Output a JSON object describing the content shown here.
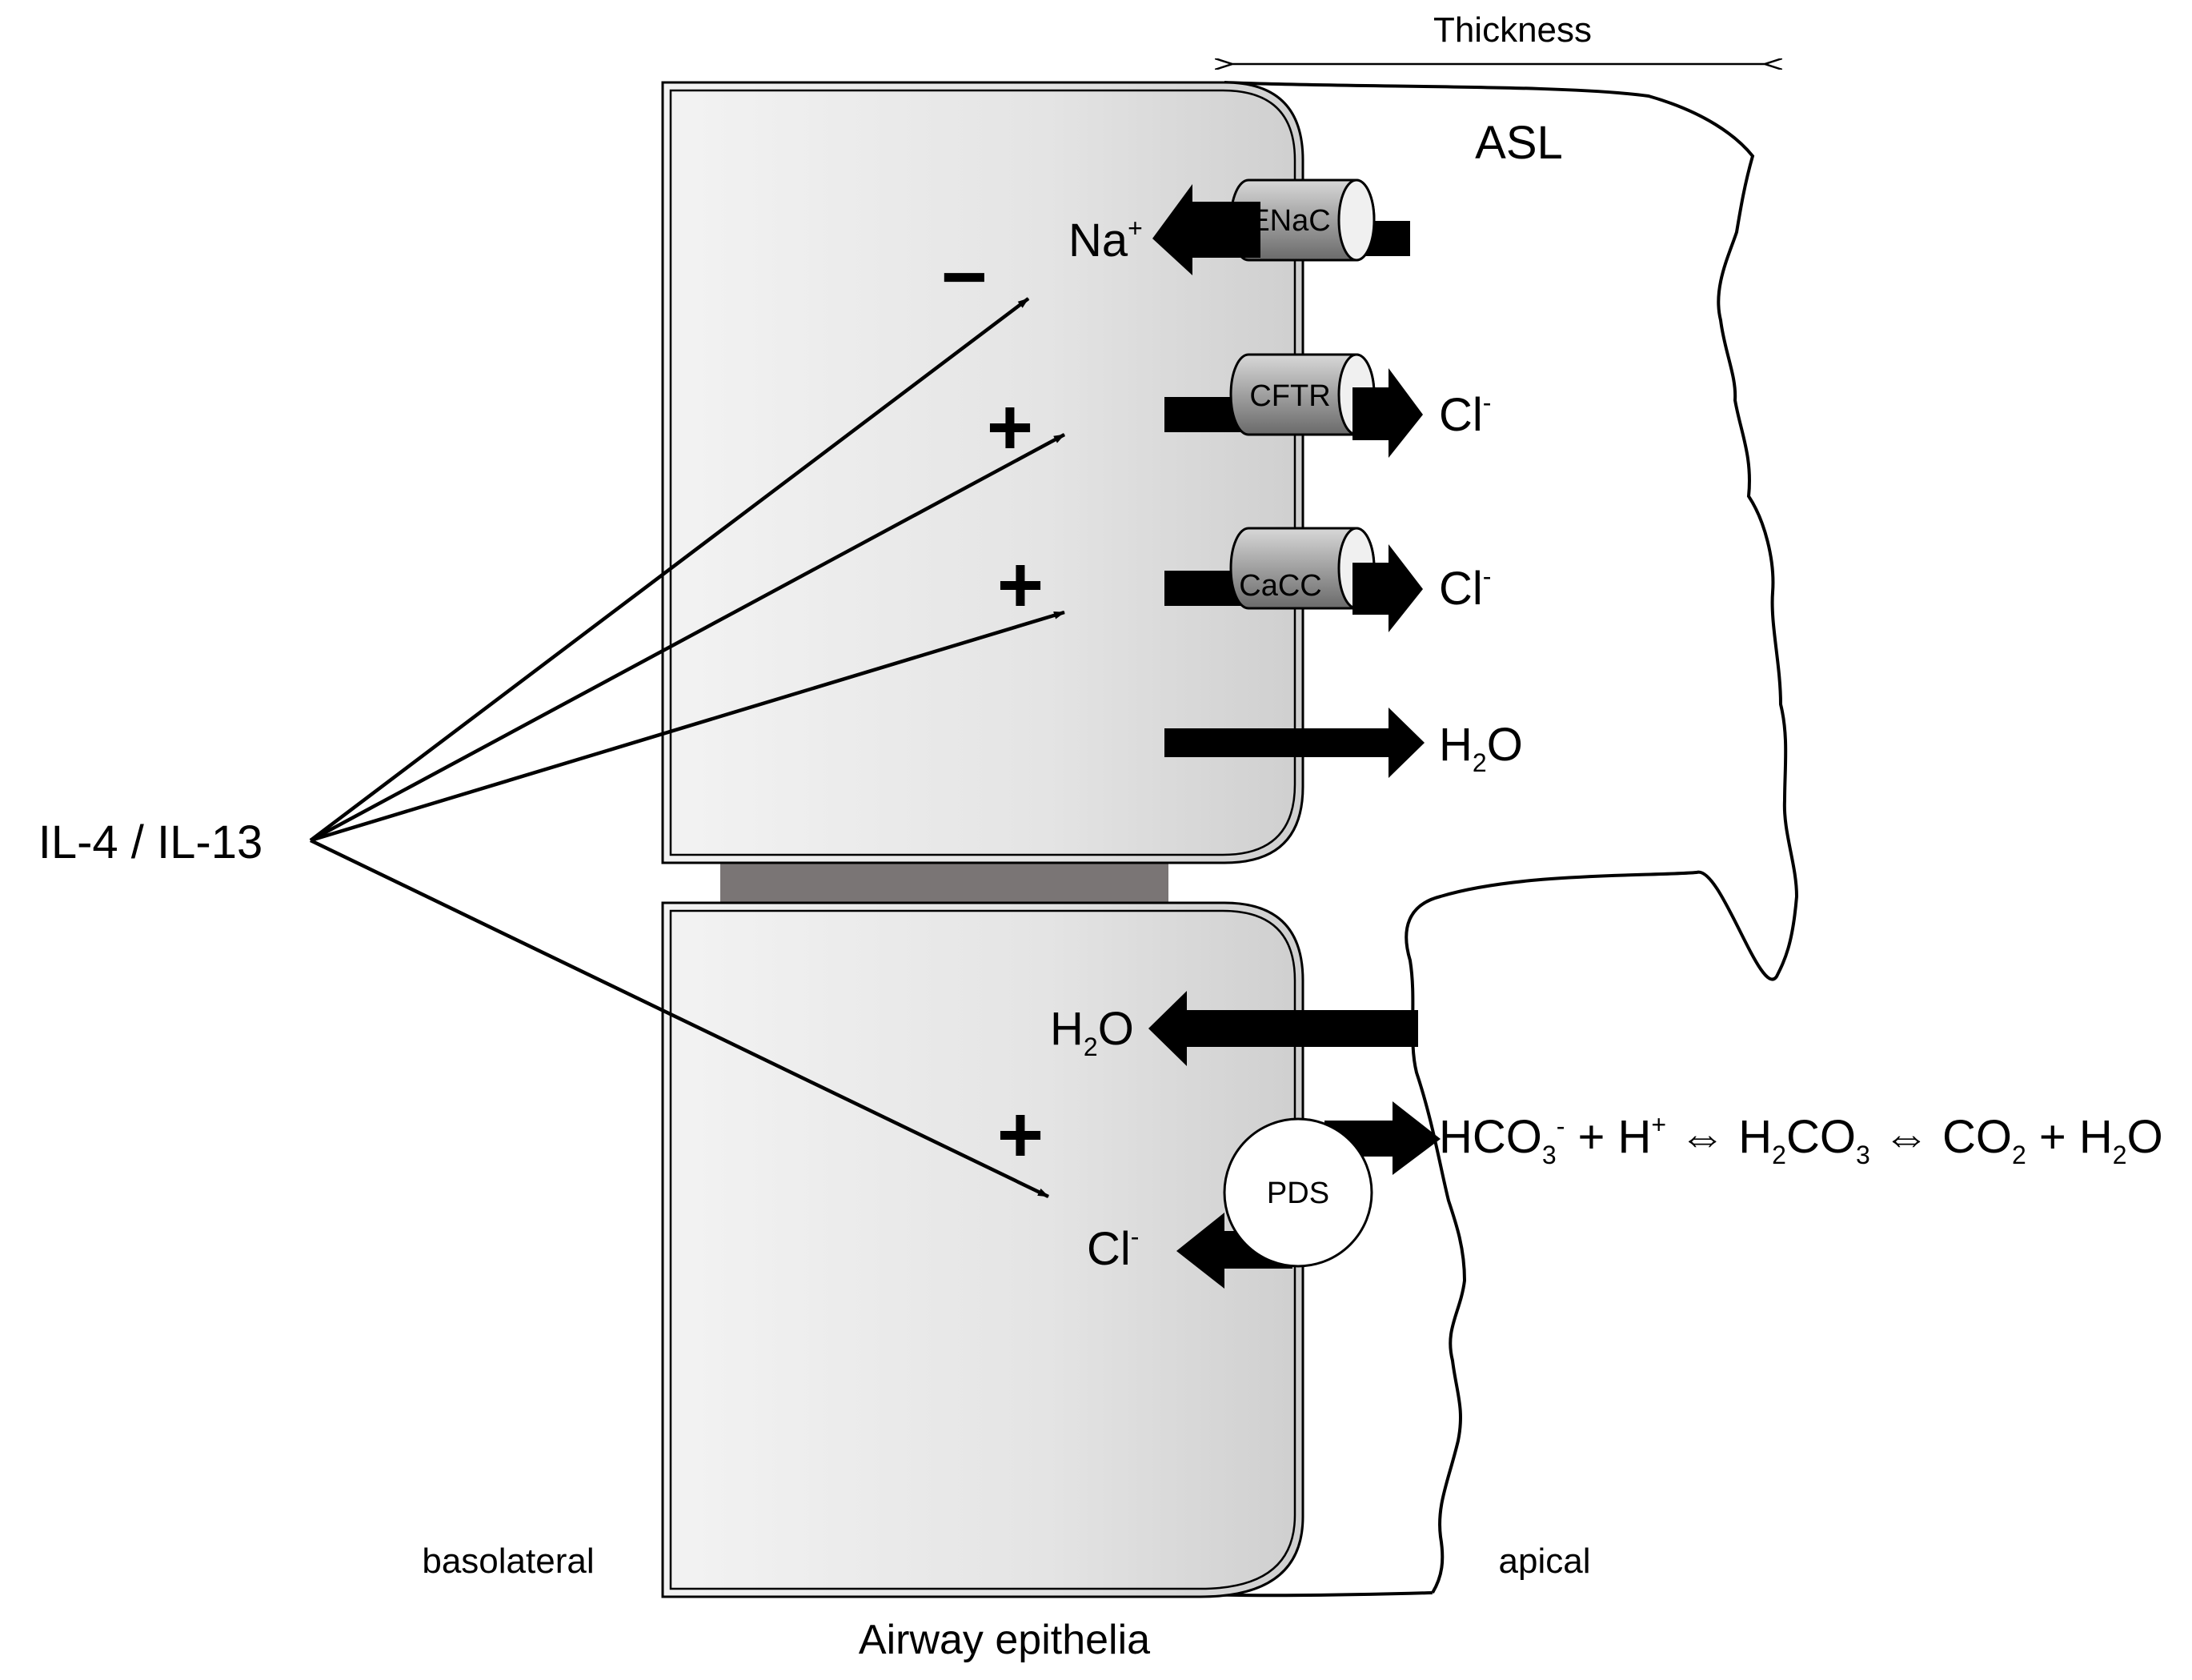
{
  "labels": {
    "thickness": "Thickness",
    "asl": "ASL",
    "cytokine": "IL-4 / IL-13",
    "basolateral": "basolateral",
    "apical": "apical",
    "tissue": "Airway epithelia"
  },
  "channels": {
    "enac": "ENaC",
    "cftr": "CFTR",
    "cacc": "CaCC",
    "pds": "PDS"
  },
  "ions": {
    "na": "Na",
    "na_sup": "+",
    "cl": "Cl",
    "cl_sup": "-",
    "h2o_a": "H",
    "h2o_sub": "2",
    "h2o_b": "O"
  },
  "signs": {
    "enac_effect": "−",
    "cftr_effect": "+",
    "cacc_effect": "+",
    "pds_effect": "+"
  },
  "equation": {
    "hco3": "HCO",
    "hco3_sub": "3",
    "hco3_sup": "-",
    "plus_h": " + H",
    "h_sup": "+",
    "eq1": " ⇔ H",
    "h2co3_sub": "2",
    "co": "CO",
    "co_sub": "3",
    "eq2": " ⇔ CO",
    "co2_sub": "2",
    "plus_h2o": " + H",
    "h2o_sub": "2",
    "o": "O"
  },
  "colors": {
    "cell_light": "#f1f1f1",
    "cell_dark": "#d2d2d2",
    "junction": "#7a7575",
    "channel_light": "#d0d0d0",
    "channel_dark": "#6e6e6e",
    "arrow": "#000000"
  }
}
